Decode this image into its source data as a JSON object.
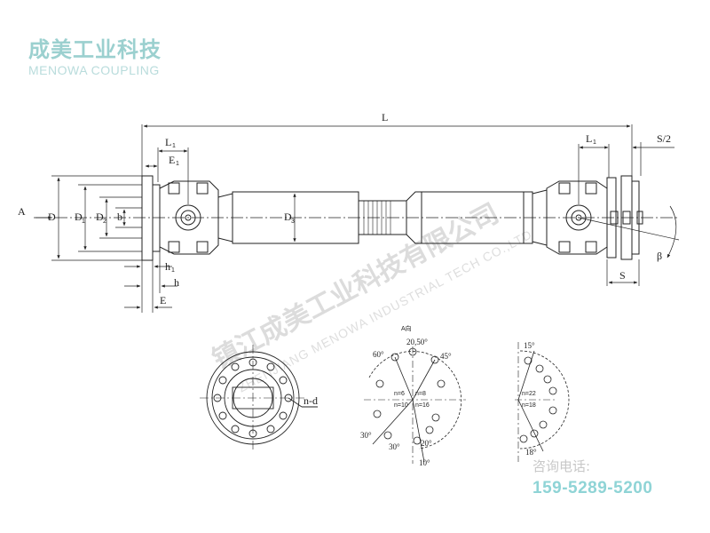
{
  "brand": {
    "name_cn": "成美工业科技",
    "name_en": "MENOWA COUPLING"
  },
  "watermark": {
    "cn": "镇江成美工业科技有限公司",
    "en": "ZHENJIANG MENOWA INDUSTRIAL TECH CO.,LTD"
  },
  "contact": {
    "label": "咨询电话:",
    "phone": "159-5289-5200"
  },
  "dimensions": {
    "L": "L",
    "L1_left": "L",
    "L1_right": "L",
    "L1_sub": "1",
    "S_half": "S/2",
    "E1": "E",
    "E1_sub": "1",
    "D": "D",
    "D1": "D",
    "D1_sub": "1",
    "D2": "D",
    "D2_sub": "2",
    "b": "b",
    "D3": "D",
    "D3_sub": "3",
    "h1": "h",
    "h1_sub": "1",
    "h": "h",
    "E": "E",
    "S": "S",
    "beta": "β",
    "A": "A"
  },
  "view": {
    "title": "A向",
    "nd_label": "n-d"
  },
  "hole_pattern_1": {
    "angles": [
      "60°",
      "20,50°",
      "45°",
      "30°",
      "30°",
      "20°",
      "10°"
    ],
    "n_labels": [
      "n=6",
      "n=8",
      "n=10",
      "n=16"
    ]
  },
  "hole_pattern_2": {
    "angles": [
      "15°",
      "18°"
    ],
    "n_labels": [
      "n=22",
      "n=18"
    ]
  }
}
